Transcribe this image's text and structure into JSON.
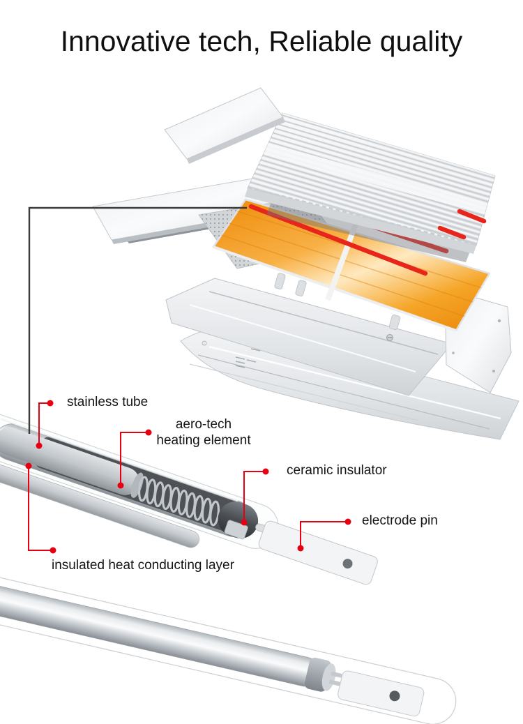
{
  "title": "Innovative tech, Reliable quality",
  "annotations": {
    "stainless_tube": "stainless tube",
    "aero_tech_line1": "aero-tech",
    "aero_tech_line2": "heating element",
    "ceramic_insulator": "ceramic insulator",
    "electrode_pin": "electrode pin",
    "insulated_layer": "insulated heat conducting layer"
  },
  "colors": {
    "accent_red": "#e60012",
    "heater_tube_red": "#e8251a",
    "reflector_orange": "#f29b1d",
    "connector_black": "#3c3c3c",
    "text_black": "#141414"
  }
}
